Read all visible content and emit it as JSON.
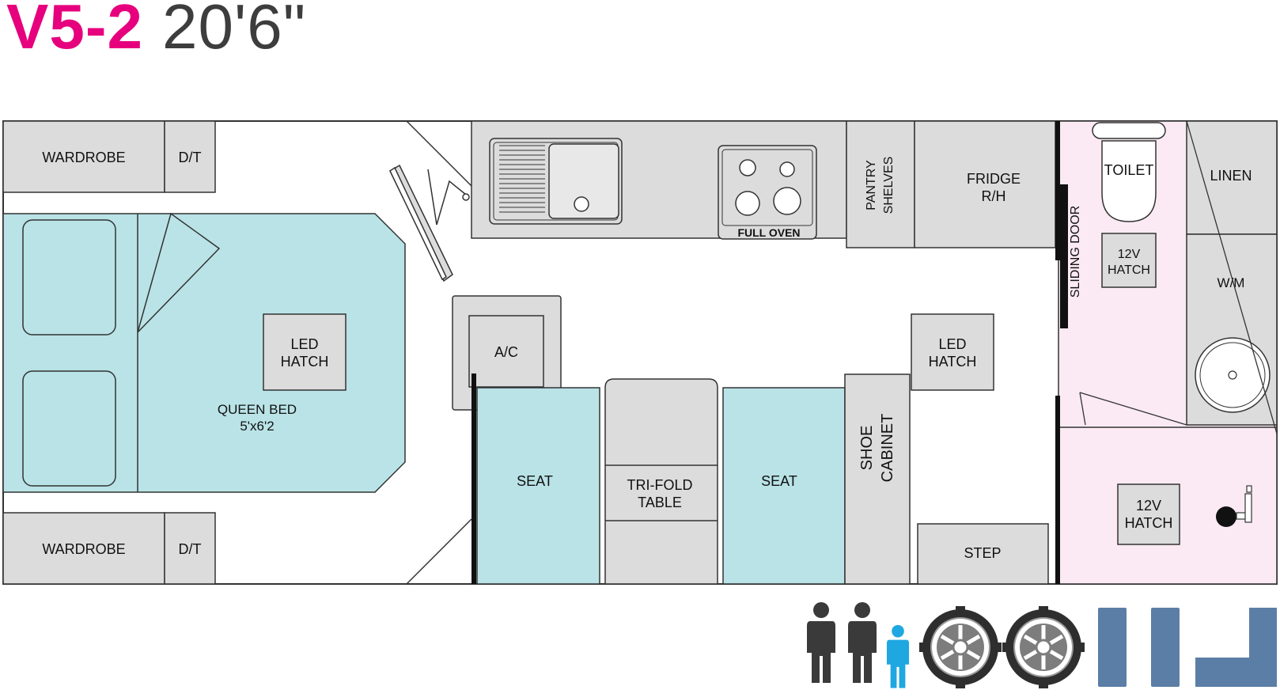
{
  "header": {
    "model": "V5-2",
    "length": "20'6\""
  },
  "labels": {
    "wardrobe_top": "WARDROBE",
    "dt_top": "D/T",
    "wardrobe_bottom": "WARDROBE",
    "dt_bottom": "D/T",
    "bed_hatch_1": "LED",
    "bed_hatch_2": "HATCH",
    "queen_bed": "QUEEN BED",
    "bed_size": "5'x6'2",
    "full_oven": "FULL OVEN",
    "pantry_1": "PANTRY",
    "pantry_2": "SHELVES",
    "fridge_1": "FRIDGE",
    "fridge_2": "R/H",
    "ac": "A/C",
    "seat_left": "SEAT",
    "table_1": "TRI-FOLD",
    "table_2": "TABLE",
    "seat_right": "SEAT",
    "shoe_1": "SHOE",
    "shoe_2": "CABINET",
    "hatch_mid_1": "LED",
    "hatch_mid_2": "HATCH",
    "step": "STEP",
    "sliding_door": "SLIDING DOOR",
    "toilet": "TOILET",
    "hatch_bath_1": "12V",
    "hatch_bath_2": "HATCH",
    "linen": "LINEN",
    "wm": "W/M",
    "hatch_shower_1": "12V",
    "hatch_shower_2": "HATCH"
  },
  "legend": {
    "sleeps_adults_icon": "adult-person-icon",
    "sleeps_child_icon": "child-person-icon",
    "offroad_icon": "offroad-tyre-icon",
    "layout_icon": "bed-layout-icon"
  },
  "colors": {
    "brand_pink": "#e6007e",
    "bed_seat_fill": "#b9e3e7",
    "bathroom_fill": "#fbeaf3",
    "cabinet_fill": "#dcdcdc",
    "adult_icon": "#3a3a3a",
    "child_icon": "#1ea7e1",
    "layout_icon_fill": "#5b7ea6"
  }
}
